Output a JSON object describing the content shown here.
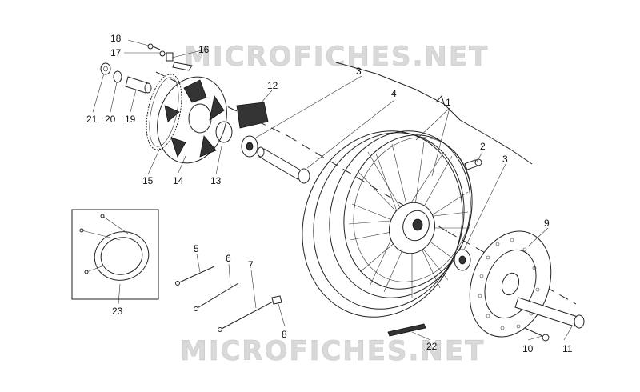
{
  "watermark_text": "MICROFICHES.NET",
  "callouts": [
    "1",
    "2",
    "3",
    "3",
    "4",
    "5",
    "6",
    "7",
    "8",
    "9",
    "10",
    "11",
    "12",
    "13",
    "14",
    "15",
    "16",
    "17",
    "18",
    "19",
    "20",
    "21",
    "22",
    "23"
  ],
  "colors": {
    "ink": "#222222",
    "watermark": "#d9d9d9",
    "background": "#ffffff"
  }
}
